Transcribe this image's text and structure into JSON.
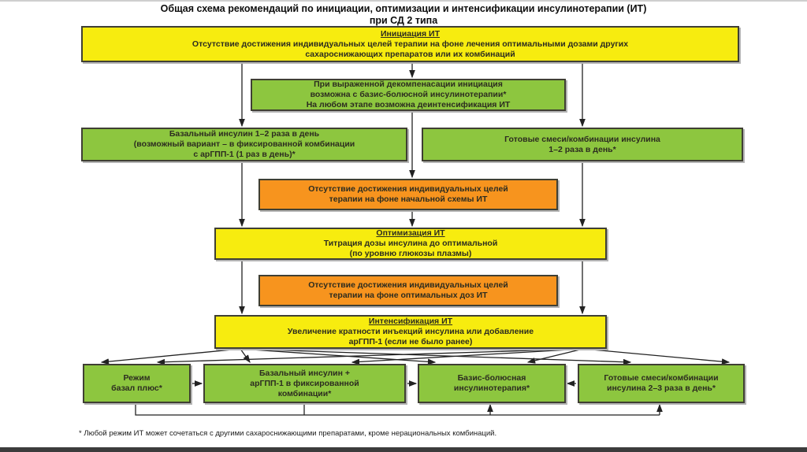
{
  "title": {
    "line1": "Общая схема рекомендаций по инициации, оптимизации и интенсификации инсулинотерапии (ИТ)",
    "line2": "при СД 2 типа"
  },
  "boxes": {
    "initiation": {
      "heading": "Инициация ИТ",
      "line1": "Отсутствие достижения индивидуальных целей терапии на фоне лечения оптимальными дозами других",
      "line2": "сахароснижающих препаратов или их комбинаций"
    },
    "decompensation": {
      "line1": "При выраженной декомпенасации инициация",
      "line2": "возможна с базис-болюсной инсулинотерапии*",
      "line3": "На любом этапе возможна деинтенсификация ИТ"
    },
    "basal_insulin": {
      "line1": "Базальный инсулин 1–2 раза в день",
      "line2": "(возможный вариант – в фиксированной комбинации",
      "line3": "с арГПП-1 (1 раз в день)*"
    },
    "premix_12": {
      "line1": "Готовые смеси/комбинации инсулина",
      "line2": "1–2 раза в день*"
    },
    "no_target_initial": {
      "line1": "Отсутствие достижения индивидуальных целей",
      "line2": "терапии на фоне начальной схемы ИТ"
    },
    "optimization": {
      "heading": "Оптимизация ИТ",
      "line1": "Титрация дозы инсулина до оптимальной",
      "line2": "(по уровню глюкозы плазмы)"
    },
    "no_target_optimal": {
      "line1": "Отсутствие достижения индивидуальных целей",
      "line2": "терапии на фоне оптимальных доз ИТ"
    },
    "intensification": {
      "heading": "Интенсификация ИТ",
      "line1": "Увеличение кратности инъекций инсулина или добавление",
      "line2": "арГПП-1 (если не было ранее)"
    },
    "basal_plus": {
      "line1": "Режим",
      "line2": "базал плюс*"
    },
    "basal_argpp": {
      "line1": "Базальный инсулин +",
      "line2": "арГПП-1 в фиксированной",
      "line3": "комбинации*"
    },
    "basal_bolus": {
      "line1": "Базис-болюсная",
      "line2": "инсулинотерапия*"
    },
    "premix_23": {
      "line1": "Готовые смеси/комбинации",
      "line2": "инсулина 2–3 раза в день*"
    }
  },
  "footnote": "* Любой режим ИТ может сочетаться с другими сахароснижающими препаратами, кроме нерациональных комбинаций.",
  "colors": {
    "yellow": "#f7ec0f",
    "green": "#8dc63f",
    "orange": "#f7941e",
    "line": "#222222",
    "bottom_bar": "#3c3c3c"
  }
}
